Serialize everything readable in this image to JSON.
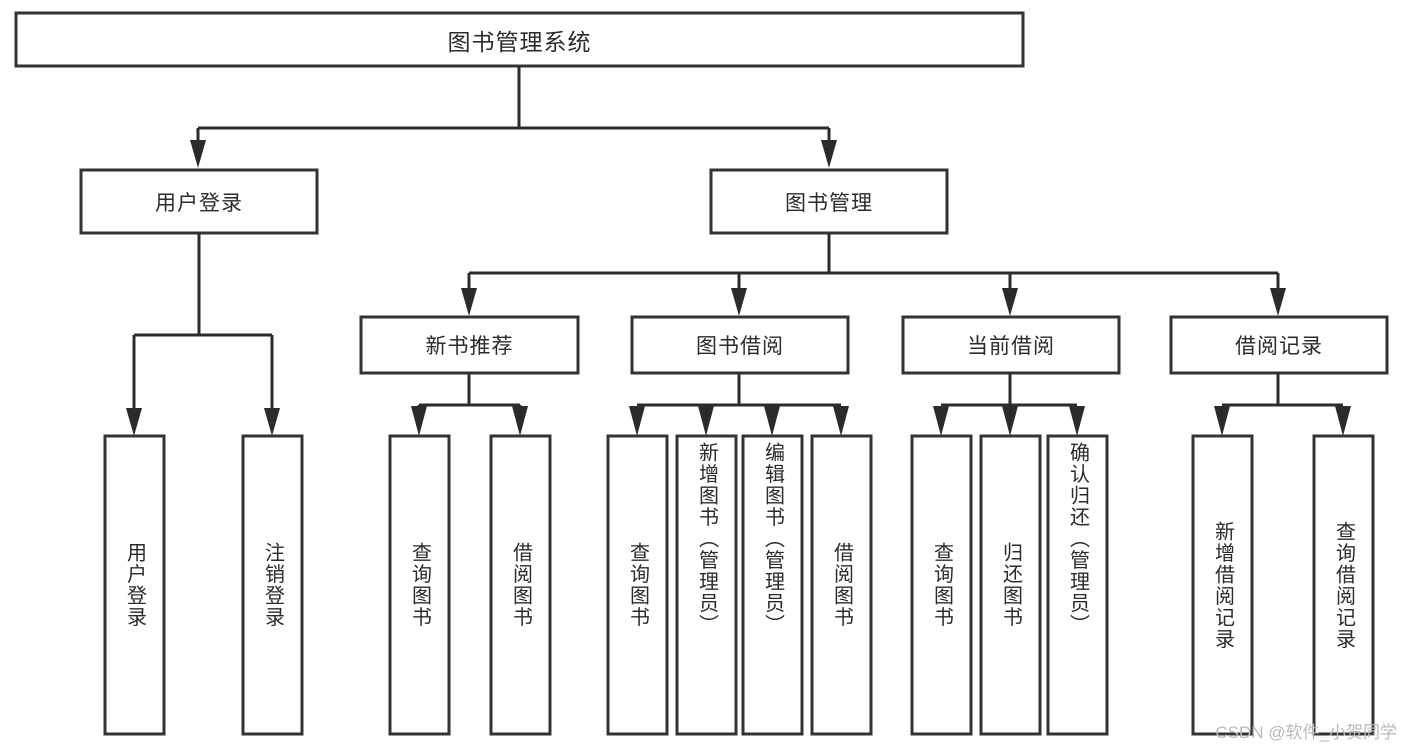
{
  "diagram": {
    "title": "图书管理系统",
    "type": "hierarchy-tree",
    "watermark": "CSDN @软件_小贺同学",
    "colors": {
      "box_stroke": "#333333",
      "box_fill": "#ffffff",
      "connector": "#2b2b2b",
      "text": "#2b2b2b",
      "watermark": "#b9b9b9",
      "background": "#ffffff"
    },
    "root": {
      "label": "图书管理系统",
      "orientation": "horizontal"
    },
    "level2": [
      {
        "label": "用户登录",
        "orientation": "horizontal"
      },
      {
        "label": "图书管理",
        "orientation": "horizontal"
      }
    ],
    "level3": [
      {
        "label": "新书推荐",
        "orientation": "horizontal"
      },
      {
        "label": "图书借阅",
        "orientation": "horizontal"
      },
      {
        "label": "当前借阅",
        "orientation": "horizontal"
      },
      {
        "label": "借阅记录",
        "orientation": "horizontal"
      }
    ],
    "leaves": {
      "user_login": [
        {
          "label": "用户登录",
          "orientation": "vertical"
        },
        {
          "label": "注销登录",
          "orientation": "vertical"
        }
      ],
      "new_book_recommend": [
        {
          "label": "查询图书",
          "orientation": "vertical"
        },
        {
          "label": "借阅图书",
          "orientation": "vertical"
        }
      ],
      "book_borrow": [
        {
          "label": "查询图书",
          "orientation": "vertical"
        },
        {
          "label": "新增图书（管理员）",
          "orientation": "vertical"
        },
        {
          "label": "编辑图书（管理员）",
          "orientation": "vertical"
        },
        {
          "label": "借阅图书",
          "orientation": "vertical"
        }
      ],
      "current_borrow": [
        {
          "label": "查询图书",
          "orientation": "vertical"
        },
        {
          "label": "归还图书",
          "orientation": "vertical"
        },
        {
          "label": "确认归还（管理员）",
          "orientation": "vertical"
        }
      ],
      "borrow_record": [
        {
          "label": "新增借阅记录",
          "orientation": "vertical"
        },
        {
          "label": "查询借阅记录",
          "orientation": "vertical"
        }
      ]
    }
  }
}
